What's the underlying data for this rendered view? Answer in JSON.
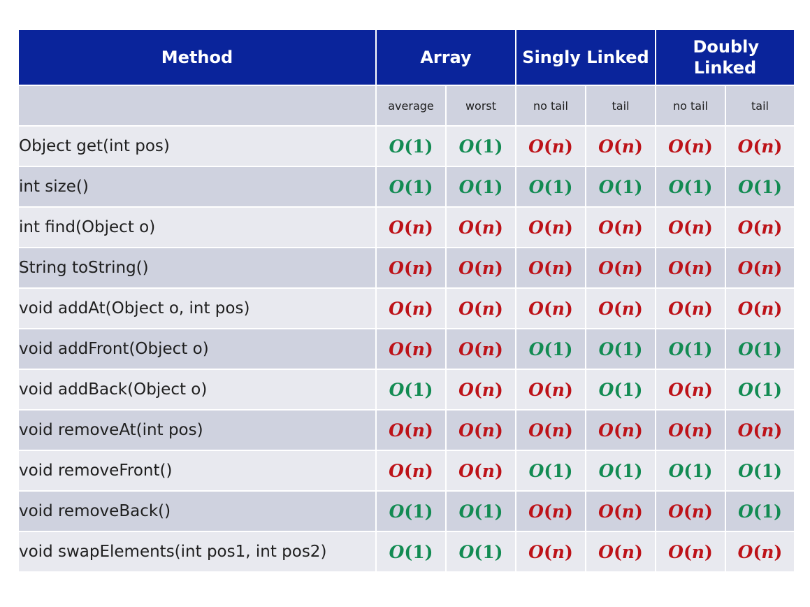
{
  "header": {
    "method_label": "Method",
    "groups": [
      {
        "label": "Array"
      },
      {
        "label": "Singly Linked"
      },
      {
        "label": "Doubly Linked"
      }
    ],
    "subcolumns": [
      "average",
      "worst",
      "no tail",
      "tail",
      "no tail",
      "tail"
    ]
  },
  "colors": {
    "header_bg": "#0a249b",
    "fast": "#128b52",
    "slow": "#bd1218",
    "row_light": "#e8e9ef",
    "row_dark": "#cfd2df"
  },
  "rows": [
    {
      "method": "Object get(int pos)",
      "values": [
        "1",
        "1",
        "n",
        "n",
        "n",
        "n"
      ]
    },
    {
      "method": "int size()",
      "values": [
        "1",
        "1",
        "1",
        "1",
        "1",
        "1"
      ]
    },
    {
      "method": "int find(Object o)",
      "values": [
        "n",
        "n",
        "n",
        "n",
        "n",
        "n"
      ]
    },
    {
      "method": "String toString()",
      "values": [
        "n",
        "n",
        "n",
        "n",
        "n",
        "n"
      ]
    },
    {
      "method": "void addAt(Object o, int pos)",
      "values": [
        "n",
        "n",
        "n",
        "n",
        "n",
        "n"
      ]
    },
    {
      "method": "void addFront(Object o)",
      "values": [
        "n",
        "n",
        "1",
        "1",
        "1",
        "1"
      ]
    },
    {
      "method": "void addBack(Object o)",
      "values": [
        "1",
        "n",
        "n",
        "1",
        "n",
        "1"
      ]
    },
    {
      "method": "void removeAt(int pos)",
      "values": [
        "n",
        "n",
        "n",
        "n",
        "n",
        "n"
      ]
    },
    {
      "method": "void removeFront()",
      "values": [
        "n",
        "n",
        "1",
        "1",
        "1",
        "1"
      ]
    },
    {
      "method": "void removeBack()",
      "values": [
        "1",
        "1",
        "n",
        "n",
        "n",
        "1"
      ]
    },
    {
      "method": "void swapElements(int pos1, int pos2)",
      "values": [
        "1",
        "1",
        "n",
        "n",
        "n",
        "n"
      ]
    }
  ]
}
